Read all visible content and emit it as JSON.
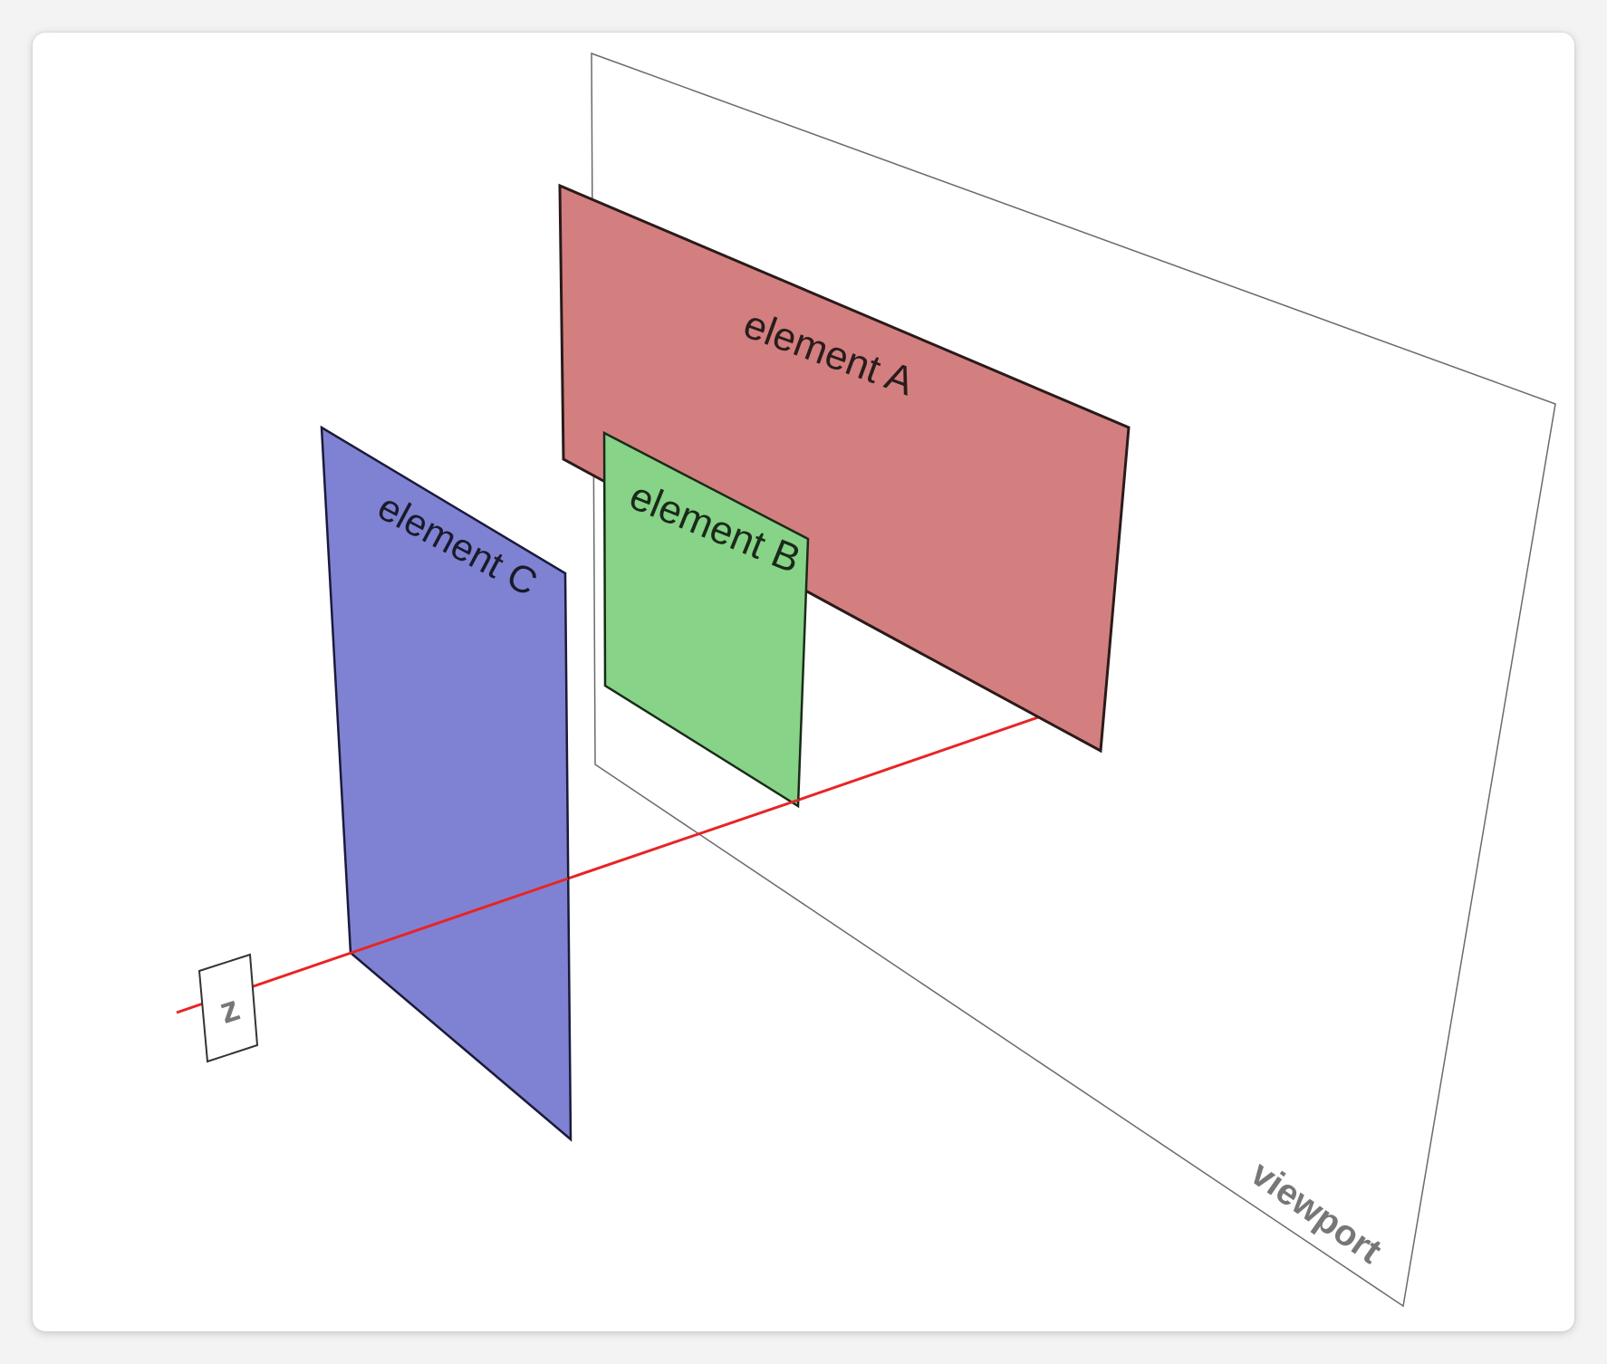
{
  "diagram": {
    "viewport_label": "viewport",
    "axis_label": "z",
    "elements": [
      {
        "id": "a",
        "label": "element A",
        "color": "#d37f7f"
      },
      {
        "id": "b",
        "label": "element B",
        "color": "#87d387"
      },
      {
        "id": "c",
        "label": "element C",
        "color": "#7f82d2"
      }
    ],
    "z_axis_color": "#e82424"
  }
}
